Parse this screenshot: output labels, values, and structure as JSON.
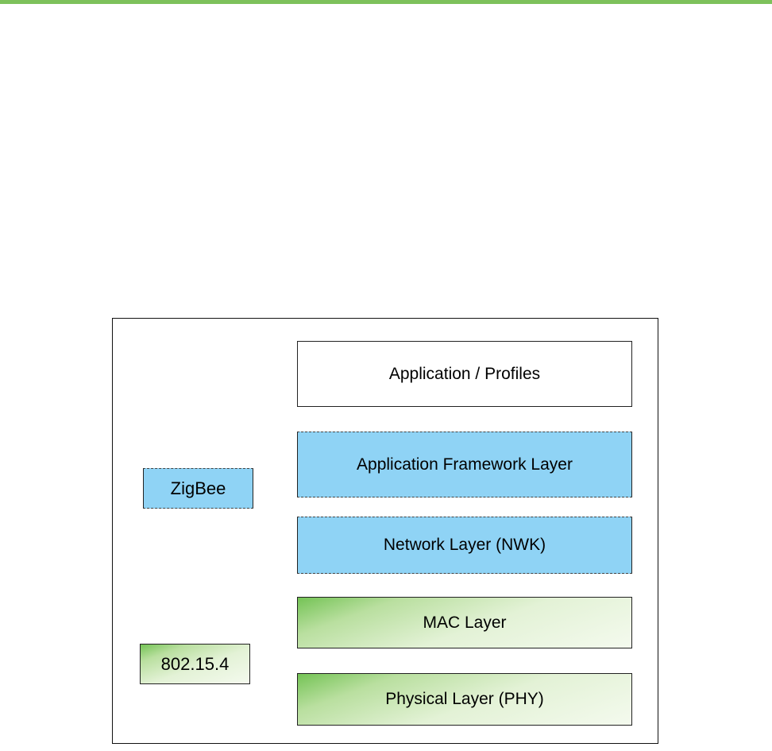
{
  "diagram": {
    "stack_layers": [
      {
        "label": "Application / Profiles"
      },
      {
        "label": "Application Framework Layer"
      },
      {
        "label": "Network Layer (NWK)"
      },
      {
        "label": "MAC Layer"
      },
      {
        "label": "Physical Layer (PHY)"
      }
    ],
    "groups": {
      "zigbee": "ZigBee",
      "ieee": "802.15.4"
    }
  },
  "colors": {
    "accent_bar": "#7dc15b",
    "zigbee_fill": "#8fd3f5",
    "ieee_fill_dark": "#74c355",
    "ieee_fill_light": "#f4faee"
  }
}
